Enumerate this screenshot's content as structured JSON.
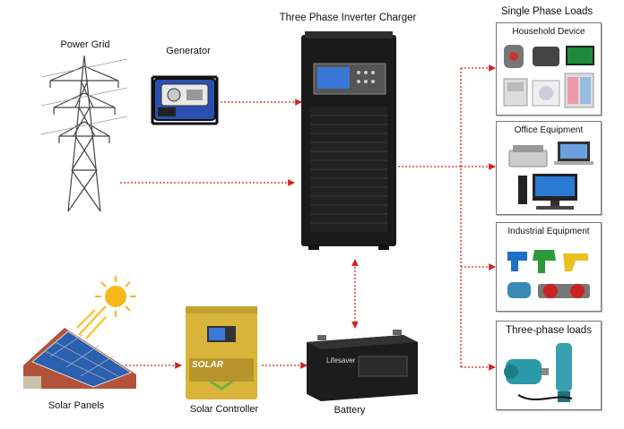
{
  "titles": {
    "inverter": "Three Phase Inverter Charger",
    "loads": "Single Phase Loads"
  },
  "sources": {
    "power_grid": "Power Grid",
    "generator": "Generator",
    "solar_panels": "Solar Panels",
    "solar_controller": "Solar Controller",
    "battery": "Battery"
  },
  "load_boxes": [
    {
      "label": "Household Device"
    },
    {
      "label": "Office Equipment"
    },
    {
      "label": "Industrial Equipment"
    },
    {
      "label": "Three-phase loads"
    }
  ],
  "product_text": {
    "controller_brand": "SOLAR",
    "battery_brand": "Lifesaver"
  },
  "colors": {
    "arrow": "#d42020",
    "inverter_body": "#1a1a1a",
    "lcd": "#3a78d8",
    "controller_body": "#d8b43a",
    "sun": "#f6b81a",
    "panel": "#2b5fb0",
    "generator": "#2a4fb0"
  }
}
